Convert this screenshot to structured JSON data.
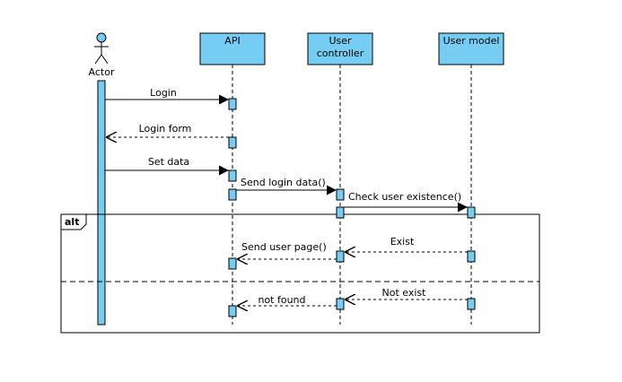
{
  "diagram": {
    "type": "sequence",
    "colors": {
      "participant_fill": "#76CDF4",
      "activation_fill": "#76CDF4",
      "line": "#000000",
      "background": "#FFFFFF"
    },
    "actor": {
      "label": "Actor",
      "icon": "stick-figure-icon"
    },
    "participants": [
      {
        "id": "api",
        "label_lines": [
          "API"
        ]
      },
      {
        "id": "user_controller",
        "label_lines": [
          "User",
          "controller"
        ]
      },
      {
        "id": "user_model",
        "label_lines": [
          "User model"
        ]
      }
    ],
    "messages": [
      {
        "id": "login",
        "from": "actor",
        "to": "api",
        "kind": "sync",
        "label": "Login"
      },
      {
        "id": "login_form",
        "from": "api",
        "to": "actor",
        "kind": "return",
        "label": "Login form"
      },
      {
        "id": "set_data",
        "from": "actor",
        "to": "api",
        "kind": "sync",
        "label": "Set data"
      },
      {
        "id": "send_login_data",
        "from": "api",
        "to": "user_controller",
        "kind": "sync",
        "label": "Send login data()"
      },
      {
        "id": "check_user",
        "from": "user_controller",
        "to": "user_model",
        "kind": "sync",
        "label": "Check user existence()"
      },
      {
        "id": "exist",
        "from": "user_model",
        "to": "user_controller",
        "kind": "return",
        "label": "Exist"
      },
      {
        "id": "send_user_page",
        "from": "user_controller",
        "to": "api",
        "kind": "return",
        "label": "Send user page()"
      },
      {
        "id": "not_exist",
        "from": "user_model",
        "to": "user_controller",
        "kind": "return",
        "label": "Not exist"
      },
      {
        "id": "not_found",
        "from": "user_controller",
        "to": "api",
        "kind": "return",
        "label": "not found"
      }
    ],
    "fragment": {
      "label": "alt",
      "operands": 2
    }
  }
}
